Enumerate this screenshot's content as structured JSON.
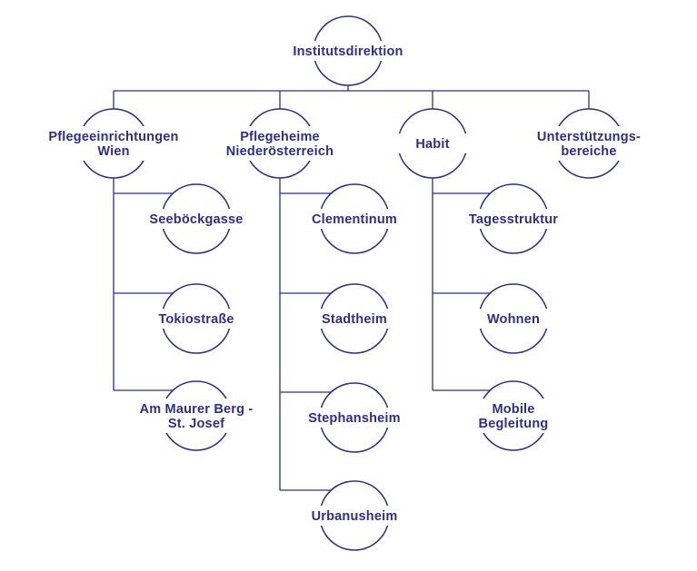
{
  "colors": {
    "accent": "#2f2e8b",
    "background": "#ffffff"
  },
  "org": {
    "root": {
      "line1": "Institutsdirektion"
    },
    "branches": [
      {
        "line1": "Pflegeeinrichtungen",
        "line2": "Wien",
        "children": [
          {
            "line1": "Seeböckgasse"
          },
          {
            "line1": "Tokiostraße"
          },
          {
            "line1": "Am Maurer Berg -",
            "line2": "St. Josef"
          }
        ]
      },
      {
        "line1": "Pflegeheime",
        "line2": "Niederösterreich",
        "children": [
          {
            "line1": "Clementinum"
          },
          {
            "line1": "Stadtheim"
          },
          {
            "line1": "Stephansheim"
          },
          {
            "line1": "Urbanusheim"
          }
        ]
      },
      {
        "line1": "Habit",
        "line2": "",
        "children": [
          {
            "line1": "Tagesstruktur"
          },
          {
            "line1": "Wohnen"
          },
          {
            "line1": "Mobile",
            "line2": "Begleitung"
          }
        ]
      },
      {
        "line1": "Unterstützungs-",
        "line2": "bereiche",
        "children": []
      }
    ]
  }
}
